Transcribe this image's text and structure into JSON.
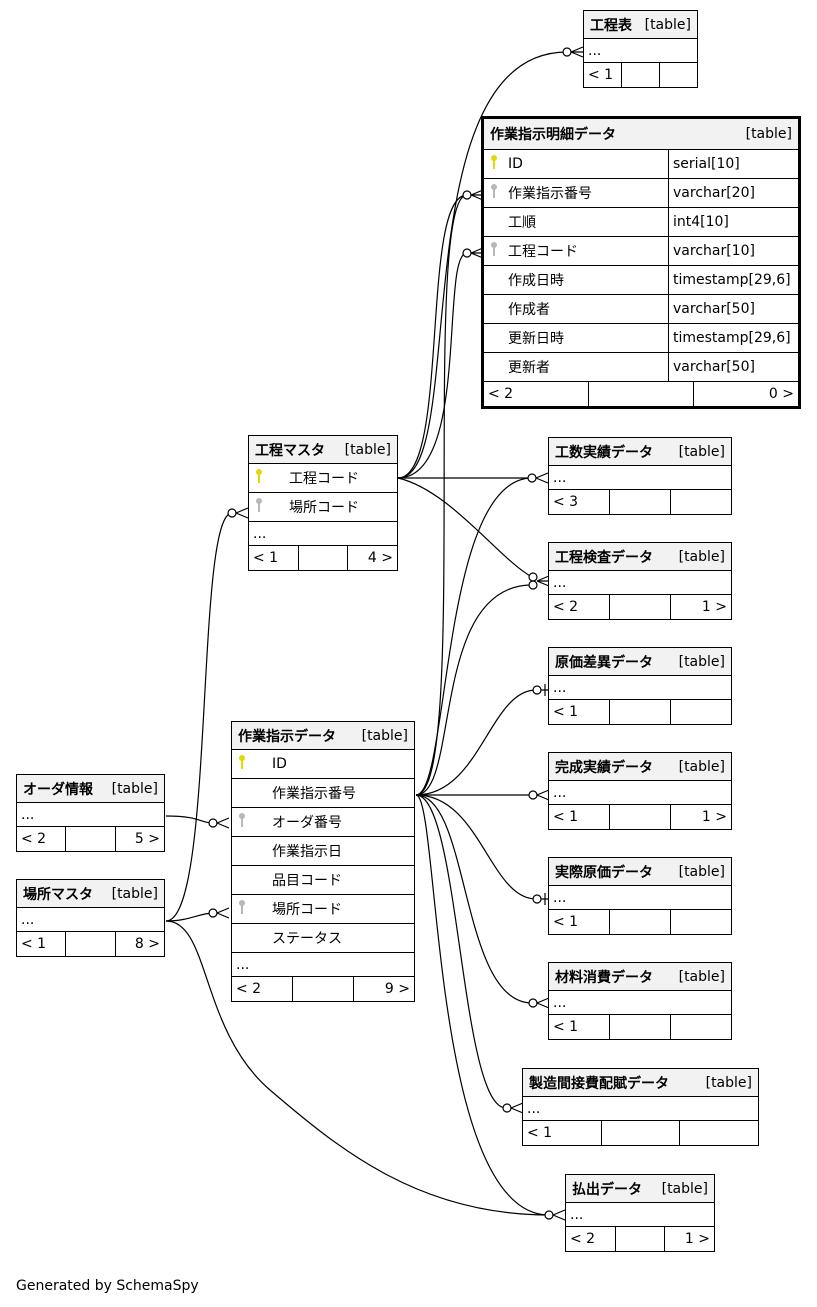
{
  "footer": "Generated by SchemaSpy",
  "kind_label": "[table]",
  "ellipsis": "...",
  "tables": {
    "koteihyo": {
      "name": "工程表",
      "children": "< 1",
      "parents": ""
    },
    "meisai": {
      "name": "作業指示明細データ",
      "children": "< 2",
      "parents": "0 >",
      "columns": [
        {
          "name": "ID",
          "type": "serial[10]",
          "key": "pk"
        },
        {
          "name": "作業指示番号",
          "type": "varchar[20]",
          "key": "fk"
        },
        {
          "name": "工順",
          "type": "int4[10]",
          "key": ""
        },
        {
          "name": "工程コード",
          "type": "varchar[10]",
          "key": "fk"
        },
        {
          "name": "作成日時",
          "type": "timestamp[29,6]",
          "key": ""
        },
        {
          "name": "作成者",
          "type": "varchar[50]",
          "key": ""
        },
        {
          "name": "更新日時",
          "type": "timestamp[29,6]",
          "key": ""
        },
        {
          "name": "更新者",
          "type": "varchar[50]",
          "key": ""
        }
      ]
    },
    "kotei_master": {
      "name": "工程マスタ",
      "children": "< 1",
      "parents": "4 >",
      "columns": [
        {
          "name": "工程コード",
          "key": "pk"
        },
        {
          "name": "場所コード",
          "key": "fk"
        }
      ]
    },
    "sagyo": {
      "name": "作業指示データ",
      "children": "< 2",
      "parents": "9 >",
      "columns": [
        {
          "name": "ID",
          "key": "pk"
        },
        {
          "name": "作業指示番号",
          "key": ""
        },
        {
          "name": "オーダ番号",
          "key": "fk"
        },
        {
          "name": "作業指示日",
          "key": ""
        },
        {
          "name": "品目コード",
          "key": ""
        },
        {
          "name": "場所コード",
          "key": "fk"
        },
        {
          "name": "ステータス",
          "key": ""
        }
      ]
    },
    "order": {
      "name": "オーダ情報",
      "children": "< 2",
      "parents": "5 >"
    },
    "basho": {
      "name": "場所マスタ",
      "children": "< 1",
      "parents": "8 >"
    },
    "kosu": {
      "name": "工数実績データ",
      "children": "< 3",
      "parents": ""
    },
    "kensa": {
      "name": "工程検査データ",
      "children": "< 2",
      "parents": "1 >"
    },
    "genka_sai": {
      "name": "原価差異データ",
      "children": "< 1",
      "parents": ""
    },
    "kansei": {
      "name": "完成実績データ",
      "children": "< 1",
      "parents": "1 >"
    },
    "jissai": {
      "name": "実際原価データ",
      "children": "< 1",
      "parents": ""
    },
    "zairyo": {
      "name": "材料消費データ",
      "children": "< 1",
      "parents": ""
    },
    "seizo": {
      "name": "製造間接費配賦データ",
      "children": "< 1",
      "parents": ""
    },
    "haraidashi": {
      "name": "払出データ",
      "children": "< 2",
      "parents": "1 >"
    }
  }
}
